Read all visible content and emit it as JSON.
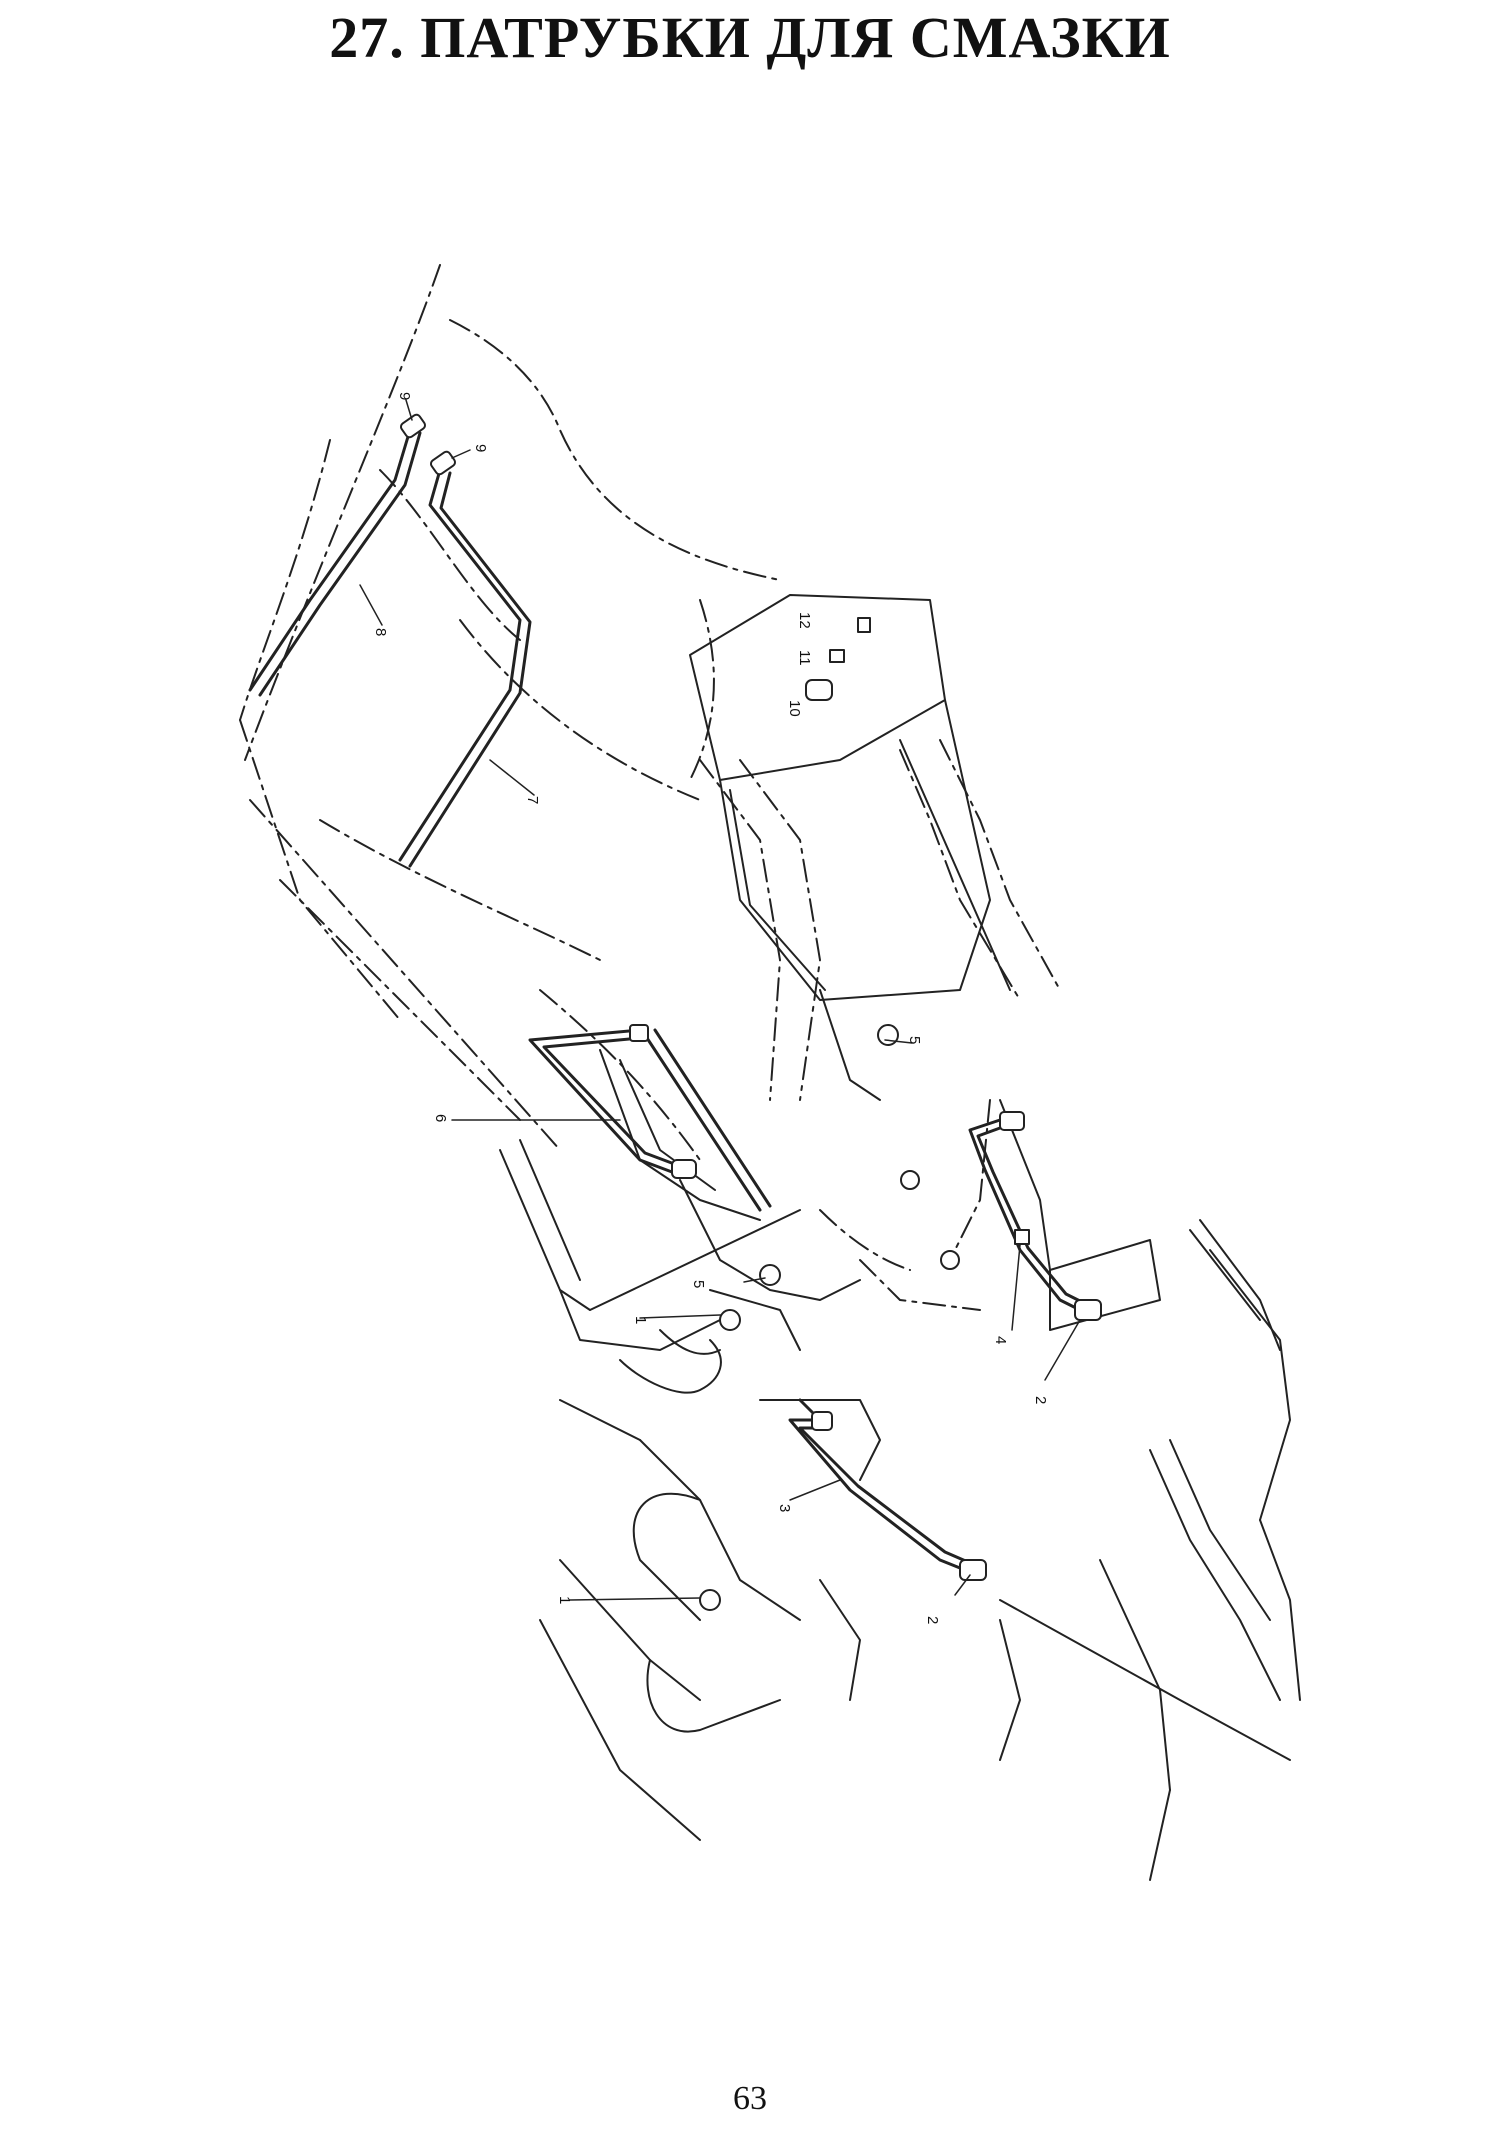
{
  "page": {
    "title": "27. ПАТРУБКИ ДЛЯ СМАЗКИ",
    "page_number": "63"
  },
  "callouts": [
    {
      "id": "c9a",
      "label": "9"
    },
    {
      "id": "c9b",
      "label": "9"
    },
    {
      "id": "c8",
      "label": "8"
    },
    {
      "id": "c7",
      "label": "7"
    },
    {
      "id": "c12",
      "label": "12"
    },
    {
      "id": "c11",
      "label": "11"
    },
    {
      "id": "c10",
      "label": "10"
    },
    {
      "id": "c6",
      "label": "6"
    },
    {
      "id": "c5a",
      "label": "5"
    },
    {
      "id": "c5b",
      "label": "5"
    },
    {
      "id": "c1a",
      "label": "1"
    },
    {
      "id": "c4",
      "label": "4"
    },
    {
      "id": "c2a",
      "label": "2"
    },
    {
      "id": "c3",
      "label": "3"
    },
    {
      "id": "c2b",
      "label": "2"
    },
    {
      "id": "c1b",
      "label": "1"
    }
  ]
}
